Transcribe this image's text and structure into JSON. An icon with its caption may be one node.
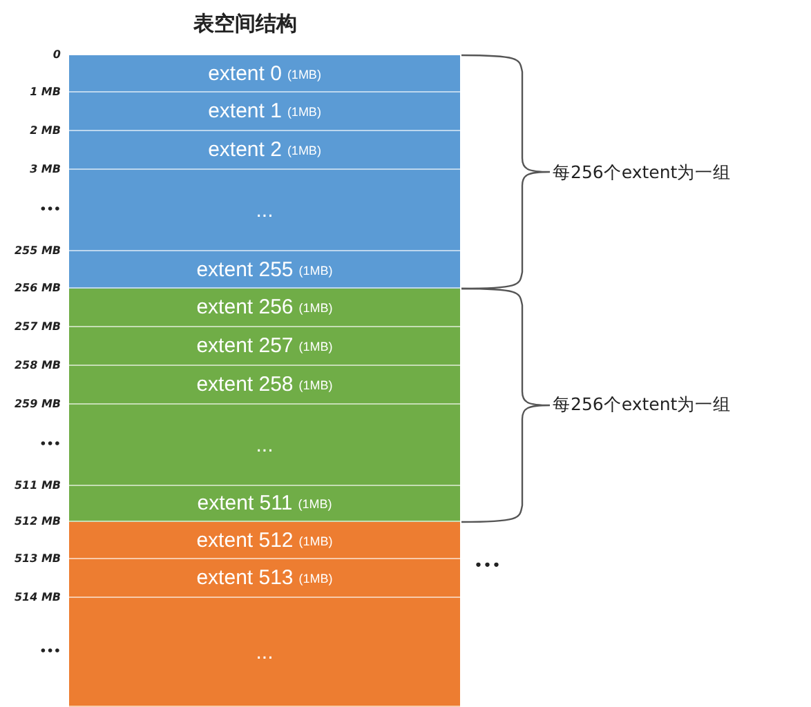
{
  "diagram": {
    "title": "表空间结构",
    "nodes": [
      {
        "text": [
          "extent 0",
          "(1MB)"
        ]
      },
      {
        "text": [
          "extent 1",
          "(1MB)"
        ]
      },
      {
        "text": [
          "extent 2",
          "(1MB)"
        ]
      },
      {
        "text": [
          "..."
        ]
      },
      {
        "text": [
          "extent 255",
          "(1MB)"
        ]
      },
      {
        "text": [
          "extent 256",
          "(1MB)"
        ]
      },
      {
        "text": [
          "extent 257",
          "(1MB)"
        ]
      },
      {
        "text": [
          "extent 258",
          "(1MB)"
        ]
      },
      {
        "text": [
          "..."
        ]
      },
      {
        "text": [
          "extent 511",
          "(1MB)"
        ]
      },
      {
        "text": [
          "extent 512",
          "(1MB)"
        ]
      },
      {
        "text": [
          "extent 513",
          "(1MB)"
        ]
      },
      {
        "text": [
          "..."
        ]
      }
    ],
    "labels": [
      "0",
      "1 MB",
      "2 MB",
      "3 MB",
      "•••",
      "255 MB",
      "256 MB",
      "257 MB",
      "258 MB",
      "259 MB",
      "•••",
      "511 MB",
      "512 MB",
      "513 MB",
      "514 MB",
      "•••",
      "每256个extent为一组",
      "每256个extent为一组",
      "•••"
    ]
  }
}
